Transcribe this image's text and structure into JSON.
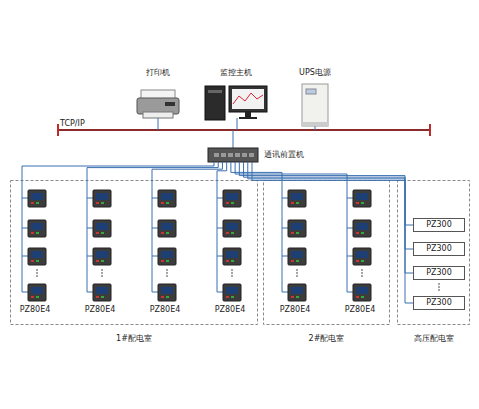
{
  "diagram": {
    "nodes": [
      {
        "text": [
          "打印机"
        ]
      },
      {
        "text": [
          "监控主机"
        ]
      },
      {
        "text": [
          "UPS电源"
        ]
      },
      {
        "text": [
          "通讯前置机"
        ]
      },
      {
        "text": [
          "1#配电室"
        ]
      },
      {
        "text": [
          "PZ80E4"
        ],
        "in": 4
      },
      {
        "text": [
          "PZ80E4"
        ],
        "in": 4
      },
      {
        "text": [
          "PZ80E4"
        ],
        "in": 4
      },
      {
        "text": [
          "PZ80E4"
        ],
        "in": 4
      },
      {
        "text": [
          "2#配电室"
        ]
      },
      {
        "text": [
          "PZ80E4"
        ],
        "in": 9
      },
      {
        "text": [
          "PZ80E4"
        ],
        "in": 9
      },
      {
        "text": [
          "高压配电室"
        ]
      },
      {
        "text": [
          "PZ300"
        ],
        "in": 12
      },
      {
        "text": [
          "PZ300"
        ],
        "in": 12
      },
      {
        "text": [
          "PZ300"
        ],
        "in": 12
      },
      {
        "text": [
          "PZ300"
        ],
        "in": 12
      }
    ],
    "edges": [
      {
        "from": 3,
        "to": 5,
        "arrow": "none"
      },
      {
        "from": 3,
        "to": 6,
        "arrow": "none"
      },
      {
        "from": 3,
        "to": 7,
        "arrow": "none"
      },
      {
        "from": 3,
        "to": 8,
        "arrow": "none"
      },
      {
        "from": 3,
        "to": 10,
        "arrow": "none"
      },
      {
        "from": 3,
        "to": 11,
        "arrow": "none"
      },
      {
        "from": 3,
        "to": 13,
        "arrow": "none"
      },
      {
        "from": 3,
        "to": 14,
        "arrow": "none"
      },
      {
        "from": 3,
        "to": 15,
        "arrow": "none"
      },
      {
        "from": 3,
        "to": 16,
        "arrow": "none"
      }
    ],
    "labels": [
      "TCP/IP"
    ]
  }
}
